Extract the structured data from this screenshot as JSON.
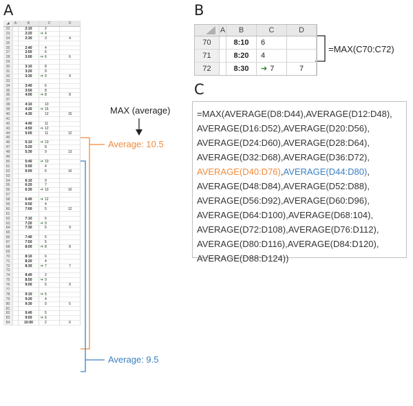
{
  "panels": {
    "a": "A",
    "b": "B",
    "c": "C"
  },
  "colors": {
    "orange": "#f08a3c",
    "blue": "#3a7fc0",
    "arrow_green": "#2e7d32"
  },
  "sheet_a": {
    "columns": [
      "A",
      "B",
      "C",
      "D"
    ],
    "rows": [
      {
        "r": "22",
        "b": "2:10",
        "c": "2",
        "d": "",
        "arrow": false
      },
      {
        "r": "23",
        "b": "2:20",
        "c": "4",
        "d": "",
        "arrow": true
      },
      {
        "r": "24",
        "b": "2:30",
        "c": "3",
        "d": "4",
        "arrow": false
      },
      {
        "r": "25",
        "b": "",
        "c": "",
        "d": "",
        "arrow": false
      },
      {
        "r": "26",
        "b": "2:40",
        "c": "4",
        "d": "",
        "arrow": false
      },
      {
        "r": "27",
        "b": "2:50",
        "c": "6",
        "d": "",
        "arrow": false
      },
      {
        "r": "28",
        "b": "3:00",
        "c": "6",
        "d": "6",
        "arrow": true
      },
      {
        "r": "29",
        "b": "",
        "c": "",
        "d": "",
        "arrow": false
      },
      {
        "r": "30",
        "b": "3:10",
        "c": "8",
        "d": "",
        "arrow": false
      },
      {
        "r": "31",
        "b": "3:20",
        "c": "9",
        "d": "",
        "arrow": false
      },
      {
        "r": "32",
        "b": "3:30",
        "c": "9",
        "d": "9",
        "arrow": true
      },
      {
        "r": "33",
        "b": "",
        "c": "",
        "d": "",
        "arrow": false
      },
      {
        "r": "34",
        "b": "3:40",
        "c": "6",
        "d": "",
        "arrow": false
      },
      {
        "r": "35",
        "b": "3:50",
        "c": "8",
        "d": "",
        "arrow": false
      },
      {
        "r": "36",
        "b": "4:00",
        "c": "8",
        "d": "8",
        "arrow": true
      },
      {
        "r": "37",
        "b": "",
        "c": "",
        "d": "",
        "arrow": false
      },
      {
        "r": "38",
        "b": "4:10",
        "c": "10",
        "d": "",
        "arrow": false
      },
      {
        "r": "39",
        "b": "4:20",
        "c": "15",
        "d": "",
        "arrow": true
      },
      {
        "r": "40",
        "b": "4:30",
        "c": "12",
        "d": "15",
        "arrow": false
      },
      {
        "r": "41",
        "b": "",
        "c": "",
        "d": "",
        "arrow": false
      },
      {
        "r": "42",
        "b": "4:40",
        "c": "11",
        "d": "",
        "arrow": false
      },
      {
        "r": "43",
        "b": "4:50",
        "c": "12",
        "d": "",
        "arrow": true
      },
      {
        "r": "44",
        "b": "5:00",
        "c": "11",
        "d": "12",
        "arrow": false
      },
      {
        "r": "45",
        "b": "",
        "c": "",
        "d": "",
        "arrow": false
      },
      {
        "r": "46",
        "b": "5:10",
        "c": "13",
        "d": "",
        "arrow": true
      },
      {
        "r": "47",
        "b": "5:20",
        "c": "8",
        "d": "",
        "arrow": false
      },
      {
        "r": "48",
        "b": "5:30",
        "c": "9",
        "d": "13",
        "arrow": false
      },
      {
        "r": "49",
        "b": "",
        "c": "",
        "d": "",
        "arrow": false
      },
      {
        "r": "50",
        "b": "5:40",
        "c": "10",
        "d": "",
        "arrow": true
      },
      {
        "r": "51",
        "b": "5:50",
        "c": "4",
        "d": "",
        "arrow": false
      },
      {
        "r": "52",
        "b": "6:00",
        "c": "6",
        "d": "10",
        "arrow": false
      },
      {
        "r": "53",
        "b": "",
        "c": "",
        "d": "",
        "arrow": false
      },
      {
        "r": "54",
        "b": "6:10",
        "c": "9",
        "d": "",
        "arrow": false
      },
      {
        "r": "55",
        "b": "6:20",
        "c": "7",
        "d": "",
        "arrow": false
      },
      {
        "r": "56",
        "b": "6:30",
        "c": "10",
        "d": "10",
        "arrow": true
      },
      {
        "r": "57",
        "b": "",
        "c": "",
        "d": "",
        "arrow": false
      },
      {
        "r": "58",
        "b": "6:40",
        "c": "12",
        "d": "",
        "arrow": true
      },
      {
        "r": "59",
        "b": "6:50",
        "c": "4",
        "d": "",
        "arrow": false
      },
      {
        "r": "60",
        "b": "7:00",
        "c": "5",
        "d": "12",
        "arrow": false
      },
      {
        "r": "61",
        "b": "",
        "c": "",
        "d": "",
        "arrow": false
      },
      {
        "r": "62",
        "b": "7:10",
        "c": "6",
        "d": "",
        "arrow": false
      },
      {
        "r": "63",
        "b": "7:20",
        "c": "9",
        "d": "",
        "arrow": true
      },
      {
        "r": "64",
        "b": "7:30",
        "c": "6",
        "d": "9",
        "arrow": false
      },
      {
        "r": "65",
        "b": "",
        "c": "",
        "d": "",
        "arrow": false
      },
      {
        "r": "66",
        "b": "7:40",
        "c": "5",
        "d": "",
        "arrow": false
      },
      {
        "r": "67",
        "b": "7:50",
        "c": "5",
        "d": "",
        "arrow": false
      },
      {
        "r": "68",
        "b": "8:00",
        "c": "8",
        "d": "8",
        "arrow": true
      },
      {
        "r": "69",
        "b": "",
        "c": "",
        "d": "",
        "arrow": false
      },
      {
        "r": "70",
        "b": "8:10",
        "c": "6",
        "d": "",
        "arrow": false
      },
      {
        "r": "71",
        "b": "8:20",
        "c": "4",
        "d": "",
        "arrow": false
      },
      {
        "r": "72",
        "b": "8:30",
        "c": "7",
        "d": "7",
        "arrow": true
      },
      {
        "r": "73",
        "b": "",
        "c": "",
        "d": "",
        "arrow": false
      },
      {
        "r": "74",
        "b": "8:40",
        "c": "2",
        "d": "",
        "arrow": false
      },
      {
        "r": "75",
        "b": "8:50",
        "c": "9",
        "d": "",
        "arrow": true
      },
      {
        "r": "76",
        "b": "9:00",
        "c": "5",
        "d": "9",
        "arrow": false
      },
      {
        "r": "77",
        "b": "",
        "c": "",
        "d": "",
        "arrow": false
      },
      {
        "r": "78",
        "b": "9:10",
        "c": "5",
        "d": "",
        "arrow": true
      },
      {
        "r": "79",
        "b": "9:20",
        "c": "4",
        "d": "",
        "arrow": false
      },
      {
        "r": "80",
        "b": "9:30",
        "c": "0",
        "d": "5",
        "arrow": false
      },
      {
        "r": "81",
        "b": "",
        "c": "",
        "d": "",
        "arrow": false
      },
      {
        "r": "82",
        "b": "9:40",
        "c": "5",
        "d": "",
        "arrow": false
      },
      {
        "r": "83",
        "b": "9:50",
        "c": "6",
        "d": "",
        "arrow": true
      },
      {
        "r": "84",
        "b": "10:00",
        "c": "2",
        "d": "6",
        "arrow": false
      }
    ]
  },
  "annotations": {
    "max_label": "MAX (average)",
    "avg_orange": "Average: 10.5",
    "avg_blue": "Average: 9.5"
  },
  "sheet_b": {
    "columns": [
      "A",
      "B",
      "C",
      "D"
    ],
    "rows": [
      {
        "r": "70",
        "b": "8:10",
        "c": "6",
        "d": "",
        "arrow": false
      },
      {
        "r": "71",
        "b": "8:20",
        "c": "4",
        "d": "",
        "arrow": false
      },
      {
        "r": "72",
        "b": "8:30",
        "c": "7",
        "d": "7",
        "arrow": true
      }
    ],
    "formula": "=MAX(C70:C72)"
  },
  "formula_c": {
    "l1": "=MAX(AVERAGE(D8:D44),AVERAGE(D12:D48),",
    "l2": "AVERAGE(D16:D52),AVERAGE(D20:D56),",
    "l3": "AVERAGE(D24:D60),AVERAGE(D28:D64),",
    "l4": "AVERAGE(D32:D68),AVERAGE(D36:D72),",
    "l5_orange": "AVERAGE(D40:D76)",
    "l5_sep": ",",
    "l5_blue": "AVERAGE(D44:D80)",
    "l5_end": ",",
    "l6": "AVERAGE(D48:D84),AVERAGE(D52:D88),",
    "l7": "AVERAGE(D56:D92),AVERAGE(D60:D96),",
    "l8": "AVERAGE(D64:D100),AVERAGE(D68:104),",
    "l9": "AVERAGE(D72:D108),AVERAGE(D76:D112),",
    "l10": "AVERAGE(D80:D116),AVERAGE(D84:D120),",
    "l11": "AVERAGE(D88:D124))"
  }
}
